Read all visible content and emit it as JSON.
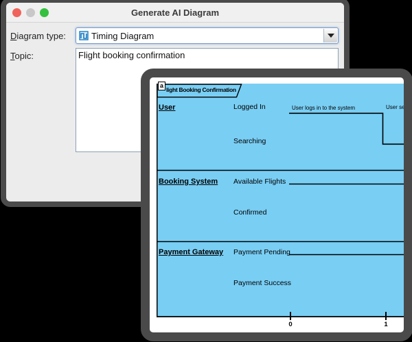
{
  "dialog": {
    "title": "Generate AI Diagram",
    "window_buttons": {
      "close": "close",
      "minimize": "minimize",
      "zoom": "zoom"
    },
    "fields": {
      "diagram_type": {
        "label_mnemonic": "D",
        "label_rest": "iagram type:",
        "value": "Timing Diagram",
        "icon": "timing-diagram-icon"
      },
      "topic": {
        "label_mnemonic": "T",
        "label_rest": "opic:",
        "value": "Flight booking confirmation"
      }
    }
  },
  "preview": {
    "tab": {
      "icon_text": "a",
      "label": "light Booking Confirmation"
    },
    "lifelines": [
      {
        "name": "User",
        "states": [
          "Logged In",
          "Searching"
        ]
      },
      {
        "name": "Booking System",
        "states": [
          "Available Flights",
          "Confirmed"
        ]
      },
      {
        "name": "Payment Gateway",
        "states": [
          "Payment Pending",
          "Payment Success"
        ]
      }
    ],
    "annotations": [
      "User logs in to the system",
      "User sea"
    ],
    "time_axis": {
      "ticks": [
        "0",
        "1"
      ]
    }
  },
  "colors": {
    "canvas_blue": "#79cef4",
    "window_frame": "#4a4a4a",
    "combo_border": "#7b9cc5",
    "traffic_red": "#f0635a",
    "traffic_gray": "#c8c8c8",
    "traffic_green": "#35c13f"
  }
}
